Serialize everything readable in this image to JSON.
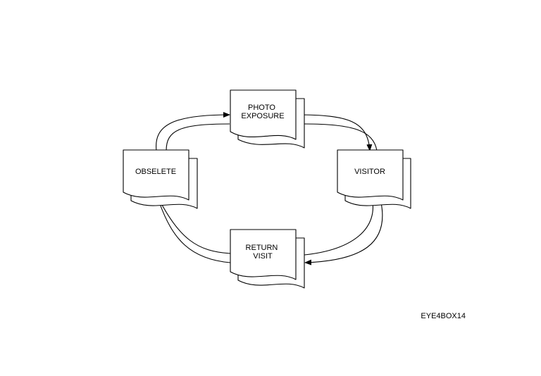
{
  "nodes": {
    "photo_exposure": {
      "line1": "PHOTO",
      "line2": "EXPOSURE"
    },
    "visitor": {
      "line1": "VISITOR"
    },
    "return_visit": {
      "line1": "RETURN",
      "line2": "VISIT"
    },
    "obselete": {
      "line1": "OBSELETE"
    }
  },
  "footer": {
    "code": "EYE4BOX14"
  },
  "colors": {
    "stroke": "#000000",
    "fill": "#ffffff"
  }
}
